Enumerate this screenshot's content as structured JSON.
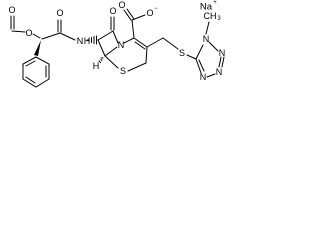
{
  "molecule": {
    "counterion": {
      "label": "Na",
      "charge": "+"
    },
    "atoms": {
      "formyl_o_double": "O",
      "ester_o": "O",
      "amide_n": "N",
      "amide_h": "H",
      "amide_o": "O",
      "beta_lactam_o": "O",
      "lactam_n": "N",
      "ring_h": "H",
      "thiazine_s": "S",
      "carboxyl_o_double": "O",
      "carboxyl_o_minus": "O",
      "carboxyl_charge": "−",
      "thioether_s": "S",
      "tetrazole_n1": "N",
      "tetrazole_n2": "N",
      "tetrazole_n3": "N",
      "tetrazole_n4": "N",
      "methyl_label": "CH",
      "methyl_subscript": "3"
    }
  },
  "colors": {
    "ink": "#000000",
    "background": "#ffffff"
  }
}
